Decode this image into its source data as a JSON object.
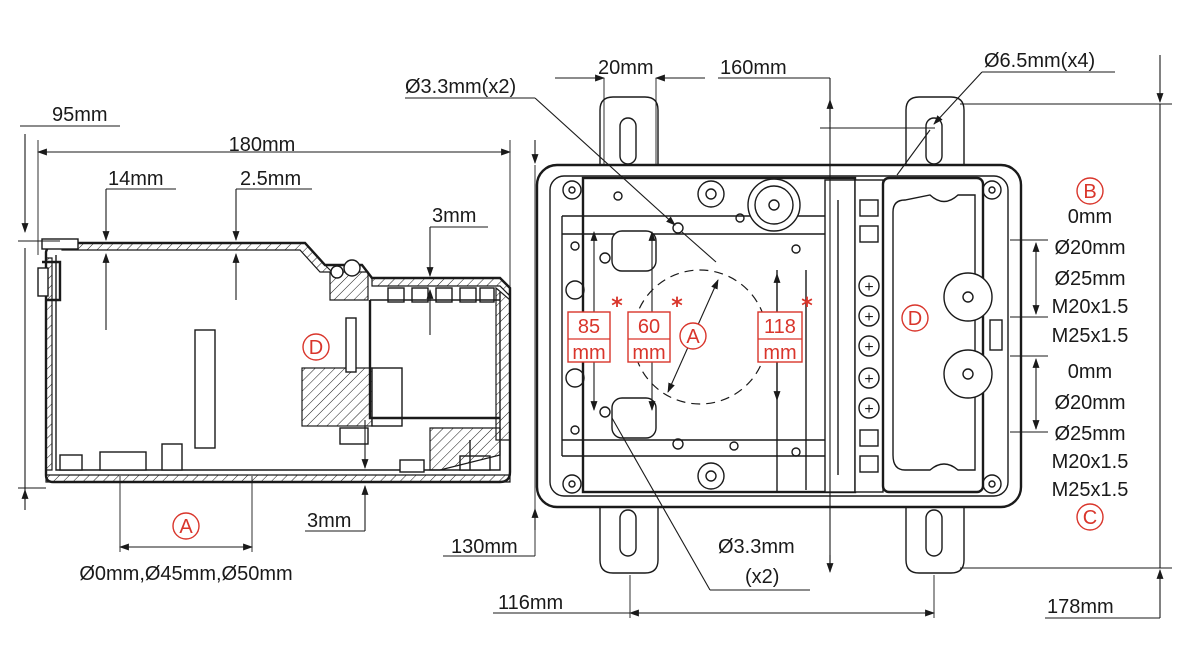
{
  "side_view": {
    "dims": {
      "width_overall": "180mm",
      "depth": "95mm",
      "d14": "14mm",
      "d2_5": "2.5mm",
      "d3_top": "3mm",
      "d3_bottom": "3mm",
      "knockouts": "Ø0mm,Ø45mm,Ø50mm"
    },
    "markers": {
      "a": "A",
      "d": "D"
    }
  },
  "front_view": {
    "dims": {
      "d20": "20mm",
      "d160": "160mm",
      "hole_top": "Ø3.3mm(x2)",
      "hole_mount": "Ø6.5mm(x4)",
      "d130": "130mm",
      "d116": "116mm",
      "d178": "178mm",
      "hole_bottom_1": "Ø3.3mm",
      "hole_bottom_2": "(x2)"
    },
    "boxes": {
      "b85_top": "85",
      "b85_bot": "mm",
      "b60_top": "60",
      "b60_bot": "mm",
      "b118_top": "118",
      "b118_bot": "mm",
      "star": "*"
    },
    "markers": {
      "a": "A",
      "d": "D",
      "b": "B",
      "c": "C"
    },
    "right_labels_top": [
      "0mm",
      "Ø20mm",
      "Ø25mm",
      "M20x1.5",
      "M25x1.5"
    ],
    "right_labels_bottom": [
      "0mm",
      "Ø20mm",
      "Ø25mm",
      "M20x1.5",
      "M25x1.5"
    ]
  }
}
